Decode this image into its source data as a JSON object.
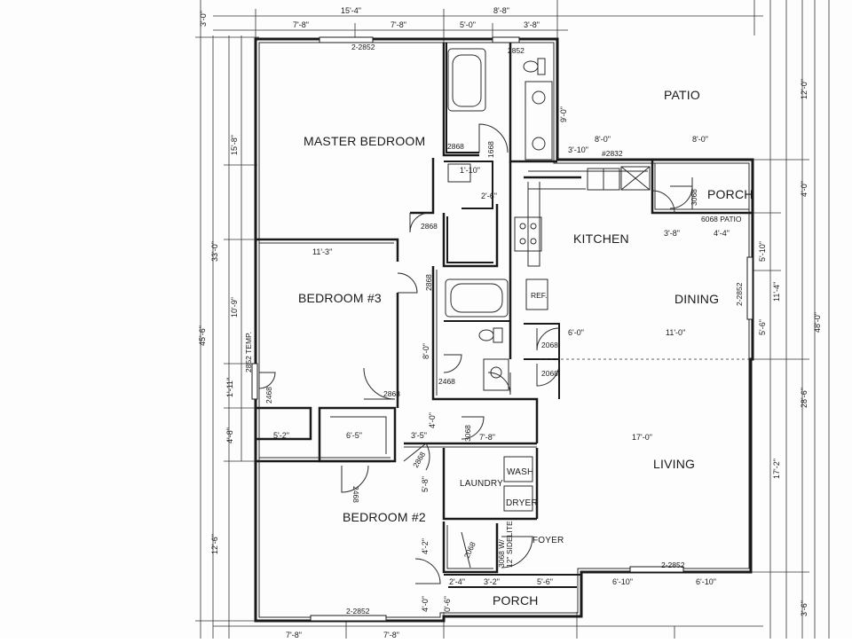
{
  "rooms": {
    "master_bedroom": "MASTER BEDROOM",
    "patio": "PATIO",
    "kitchen": "KITCHEN",
    "porch_top": "PORCH",
    "dining": "DINING",
    "bedroom3": "BEDROOM #3",
    "living": "LIVING",
    "laundry": "LAUNDRY",
    "wash": "WASH",
    "dryer": "DRYER",
    "bedroom2": "BEDROOM #2",
    "foyer": "FOYER",
    "porch_bottom": "PORCH",
    "ref": "REF."
  },
  "top_dims": {
    "d15_4": "15'-4\"",
    "d8_8": "8'-8\"",
    "d7_8a": "7'-8\"",
    "d7_8b": "7'-8\"",
    "d5_0": "5'-0\"",
    "d3_8": "3'-8\""
  },
  "left_dims": {
    "d3_0": "3'-0\"",
    "d15_8": "15'-8\"",
    "d33_0": "33'-0\"",
    "d45_6": "45'-6\"",
    "d10_9": "10'-9\"",
    "d1_11": "1'-11\"",
    "d4_8": "4'-8\"",
    "d12_6": "12'-6\""
  },
  "right_dims": {
    "d12_0": "12'-0\"",
    "d4_0": "4'-0\"",
    "d5_10": "5'-10\"",
    "d11_4": "11'-4\"",
    "d48_0": "48'-0\"",
    "d5_6": "5'-6\"",
    "d28_6": "28'-6\"",
    "d17_2": "17'-2\"",
    "d3_6": "3'-6\""
  },
  "interior_dims": {
    "d9_0": "9'-0\"",
    "d8_0a": "8'-0\"",
    "d8_0b": "8'-0\"",
    "d3_10": "3'-10\"",
    "d1_10": "1'-10\"",
    "d2_6": "2'-6\"",
    "d3_8b": "3'-8\"",
    "d4_4": "4'-4\"",
    "d11_3": "11'-3\"",
    "d6_0": "6'-0\"",
    "d11_0": "11'-0\"",
    "d8_0c": "8'-0\"",
    "d4_0b": "4'-0\"",
    "d5_2": "5'-2\"",
    "d6_5": "6'-5\"",
    "d3_5": "3'-5\"",
    "d7_8c": "7'-8\"",
    "d17_0": "17'-0\"",
    "d5_8": "5'-8\"",
    "d4_2": "4'-2\"",
    "d4_0c": "4'-0\"",
    "d2_4": "2'-4\"",
    "d3_2": "3'-2\"",
    "d5_6b": "5'-6\"",
    "d6_10a": "6'-10\"",
    "d6_10b": "6'-10\"",
    "d0_6": "0'-6\""
  },
  "bottom_dims": {
    "d7_8d": "7'-8\"",
    "d7_8e": "7'-8\""
  },
  "codes": {
    "c2852_top": "2-2852",
    "c2852_bath": "2852",
    "c2868_mb": "2868",
    "c1668": "1668",
    "c2832": "#2832",
    "c2868_hall": "2868",
    "c3068_porch": "3068",
    "c6068": "6068 PATIO",
    "c2852_dining": "2-2852",
    "c2868_b3v": "2868",
    "c2852_temp": "2852 TEMP.",
    "c2468_b3": "2468",
    "c2868_b3": "2868",
    "c2468_bath": "2468",
    "c2068a": "2068",
    "c2068b": "2068",
    "c3068_laundry": "3068",
    "c2868_b2": "2868",
    "c2468_b2": "2468",
    "c2068_closet": "2068",
    "c3068_front": "3068 W/",
    "c3068_side": "12\" SIDELITE",
    "c2852_living": "2-2852",
    "c2852_b2": "2-2852"
  }
}
